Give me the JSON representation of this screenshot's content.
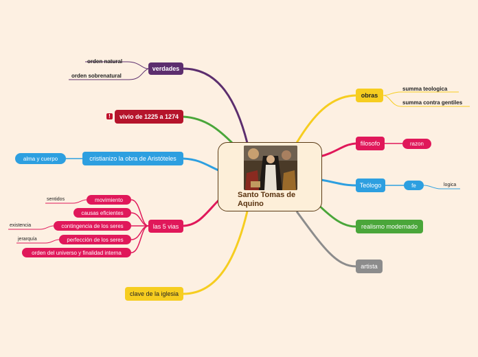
{
  "central": {
    "title": "Santo Tomas de Aquino"
  },
  "colors": {
    "purple": "#5c2e6e",
    "crimson": "#b5142b",
    "blue": "#2d9fe0",
    "pink": "#e0185a",
    "yellow": "#f6cd20",
    "green": "#4aa63a",
    "gray": "#8c8c8c"
  },
  "left": {
    "verdades": "verdades",
    "orden_natural": "orden natural",
    "orden_sobrenatural": "orden sobrenatural",
    "vivio": "vivio de 1225 a 1274",
    "alert_icon": "!",
    "cristianizo": "cristianizo la obra de Aristóteles",
    "alma": "alma y cuerpo",
    "vias": "las 5 vias",
    "movimiento": "movimiento",
    "sentidos": "sentidos",
    "causas": "causas eficientes",
    "contingencia": "contingencia de los seres",
    "existencia": "existencia",
    "perfeccion": "perfección de los seres",
    "jerarquia": "jerarquía",
    "orden_universo": "orden del universo y finalidad interna",
    "clave": "clave de la iglesia"
  },
  "right": {
    "obras": "obras",
    "summa_teologica": "summa teologica",
    "summa_gentiles": "summa contra gentiles",
    "filosofo": "filosofo",
    "razon": "razon",
    "teologo": "Teólogo",
    "fe": "fe",
    "logica": "logica",
    "realismo": "realismo modernado",
    "artista": "artista"
  }
}
